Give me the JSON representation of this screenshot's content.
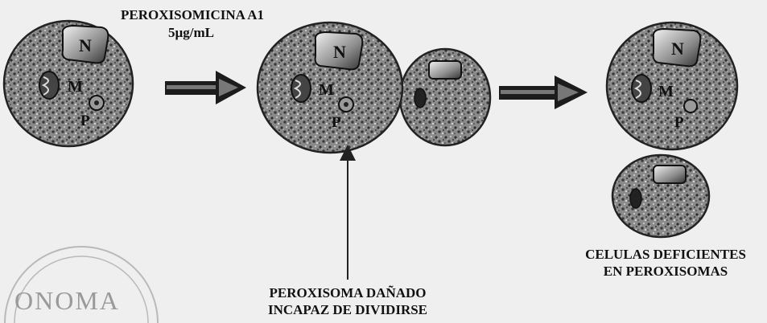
{
  "treatment": {
    "compound": "PEROXISOMICINA A1",
    "concentration": "5µg/mL"
  },
  "organelle_letters": {
    "nucleus": "N",
    "mitochondria": "M",
    "peroxisome": "P"
  },
  "labels": {
    "damaged_peroxisome_line1": "PEROXISOMA DAÑADO",
    "damaged_peroxisome_line2": "INCAPAZ DE DIVIDIRSE",
    "deficient_cells_line1": "CELULAS DEFICIENTES",
    "deficient_cells_line2": "EN PEROXISOMAS"
  },
  "watermark": "ONOMA"
}
